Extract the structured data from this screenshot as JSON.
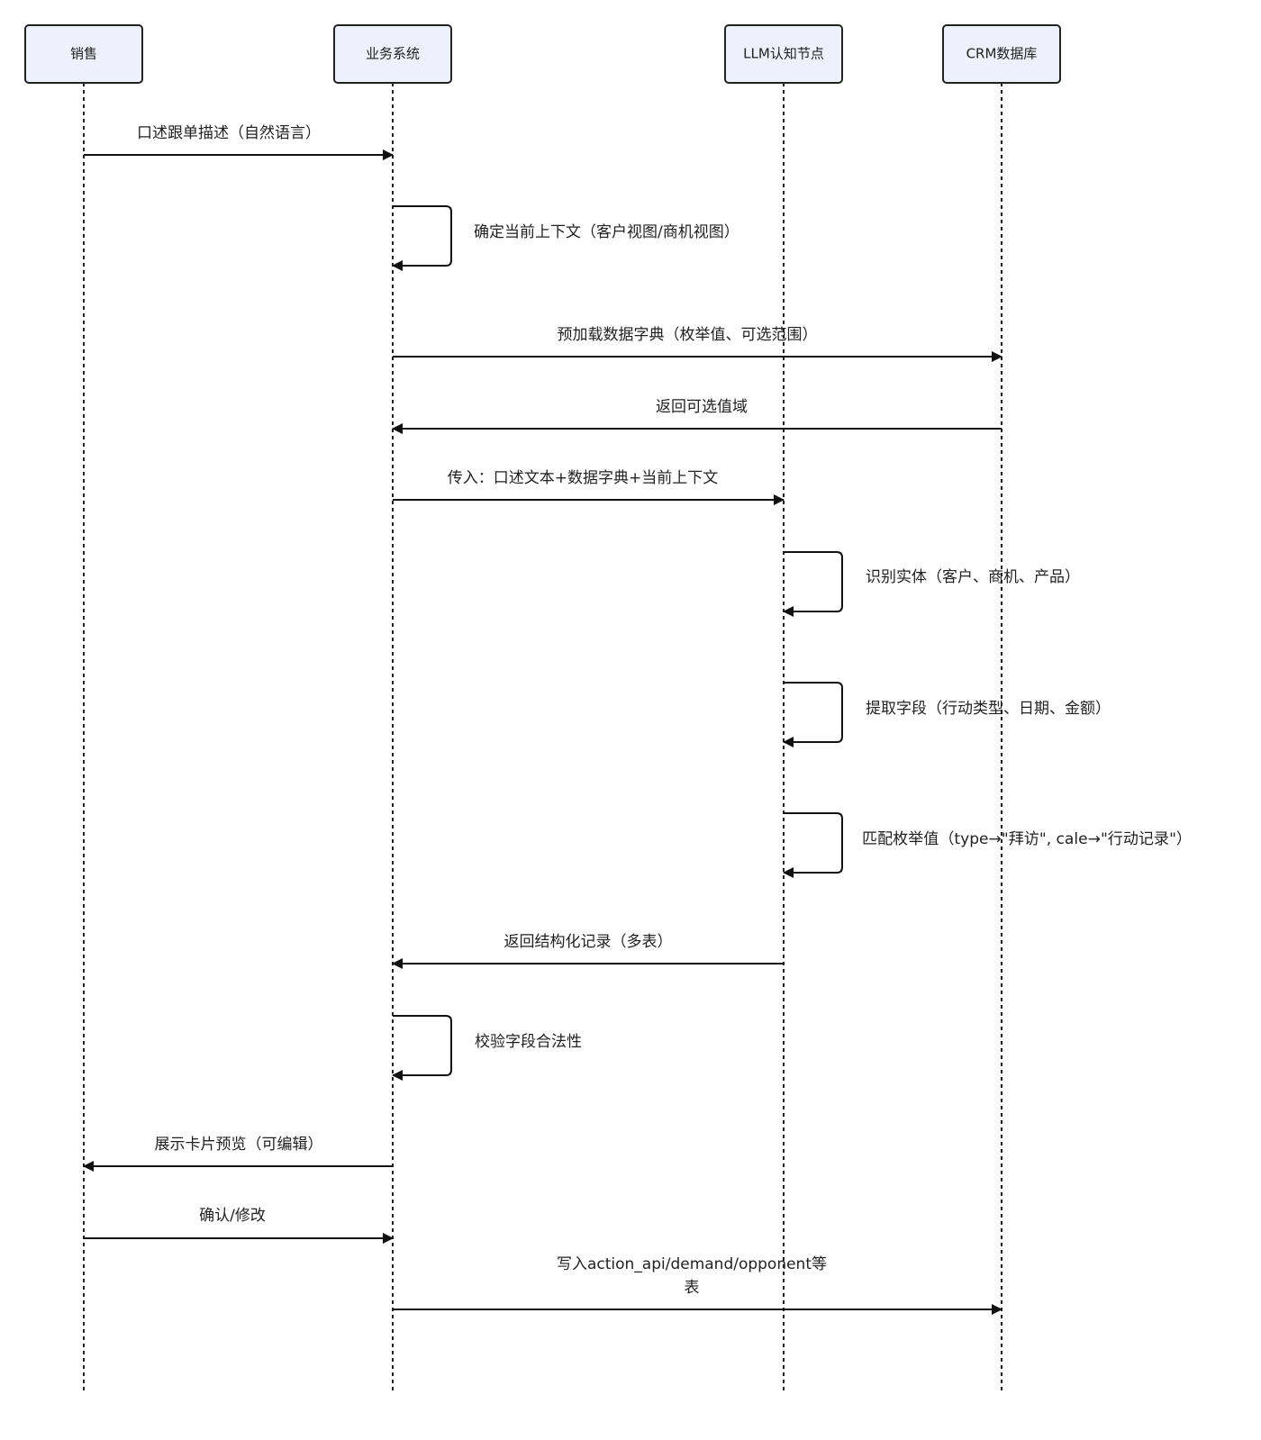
{
  "participants": [
    {
      "id": "sales",
      "label": "销售"
    },
    {
      "id": "biz",
      "label": "业务系统"
    },
    {
      "id": "llm",
      "label": "LLM认知节点"
    },
    {
      "id": "crm",
      "label": "CRM数据库"
    }
  ],
  "messages": [
    {
      "from": "sales",
      "to": "biz",
      "lines": [
        "口述跟单描述（自然语言）"
      ]
    },
    {
      "from": "biz",
      "to": "biz",
      "lines": [
        "确定当前上下文（客户视图/商机视图）"
      ]
    },
    {
      "from": "biz",
      "to": "crm",
      "lines": [
        "预加载数据字典（枚举值、可选范围）"
      ]
    },
    {
      "from": "crm",
      "to": "biz",
      "lines": [
        "返回可选值域"
      ]
    },
    {
      "from": "biz",
      "to": "llm",
      "lines": [
        "传入：口述文本+数据字典+当前上下文"
      ]
    },
    {
      "from": "llm",
      "to": "llm",
      "lines": [
        "识别实体（客户、商机、产品）"
      ]
    },
    {
      "from": "llm",
      "to": "llm",
      "lines": [
        "提取字段（行动类型、日期、金额）"
      ]
    },
    {
      "from": "llm",
      "to": "llm",
      "lines": [
        "匹配枚举值（type→\"拜访\", cale→\"行动记录\"）"
      ]
    },
    {
      "from": "llm",
      "to": "biz",
      "lines": [
        "返回结构化记录（多表）"
      ]
    },
    {
      "from": "biz",
      "to": "biz",
      "lines": [
        "校验字段合法性"
      ]
    },
    {
      "from": "biz",
      "to": "sales",
      "lines": [
        "展示卡片预览（可编辑）"
      ]
    },
    {
      "from": "sales",
      "to": "biz",
      "lines": [
        "确认/修改"
      ]
    },
    {
      "from": "biz",
      "to": "crm",
      "lines": [
        "写入action_api/demand/opponent等",
        "表"
      ]
    }
  ]
}
